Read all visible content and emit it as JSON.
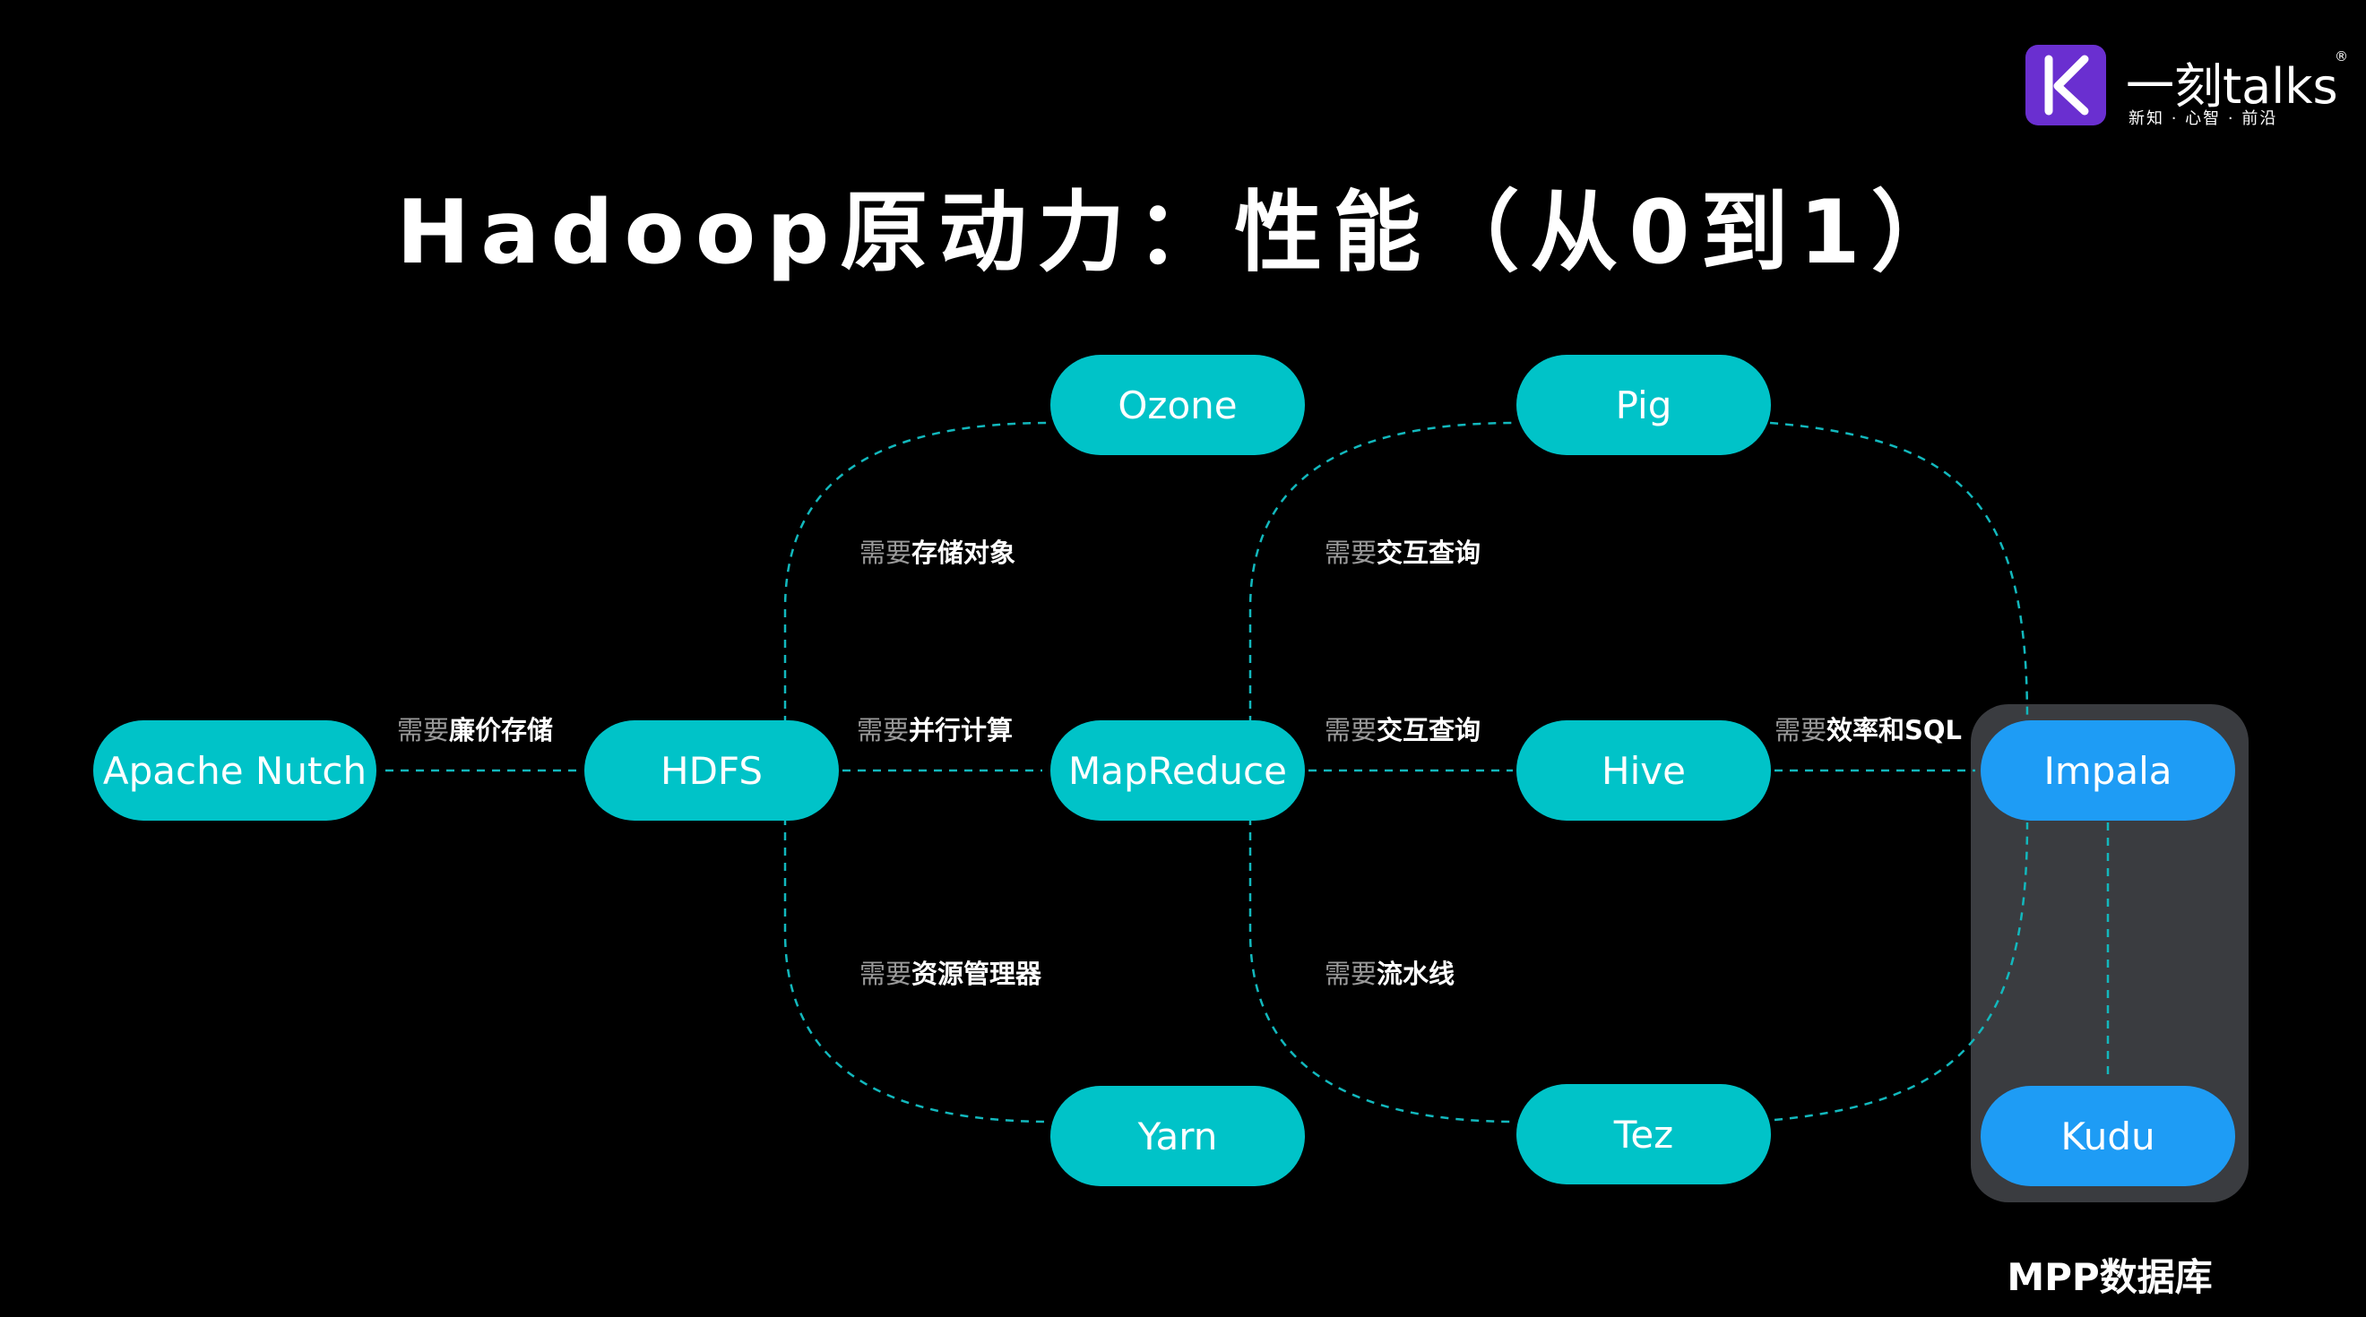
{
  "title": "Hadoop原动力：性能（从0到1）",
  "logo": {
    "mark": "K",
    "name": "一刻talks",
    "reg": "®",
    "slogan": "新知 · 心智 · 前沿"
  },
  "colors": {
    "background": "#000000",
    "node_teal": "#00c3c8",
    "node_blue": "#1e9cf5",
    "edge": "#12b8bd",
    "group_box": "#3a3c40",
    "logo_purple": "#6a2fd0"
  },
  "nodes": {
    "nutch": "Apache Nutch",
    "hdfs": "HDFS",
    "ozone": "Ozone",
    "mapreduce": "MapReduce",
    "yarn": "Yarn",
    "pig": "Pig",
    "hive": "Hive",
    "tez": "Tez",
    "impala": "Impala",
    "kudu": "Kudu"
  },
  "edges": [
    {
      "from": "nutch",
      "to": "hdfs",
      "prefix": "需要",
      "label": "廉价存储"
    },
    {
      "from": "hdfs",
      "to": "ozone",
      "prefix": "需要",
      "label": "存储对象"
    },
    {
      "from": "hdfs",
      "to": "mapreduce",
      "prefix": "需要",
      "label": "并行计算"
    },
    {
      "from": "hdfs",
      "to": "yarn",
      "prefix": "需要",
      "label": "资源管理器"
    },
    {
      "from": "mapreduce",
      "to": "pig",
      "prefix": "需要",
      "label": "交互查询"
    },
    {
      "from": "mapreduce",
      "to": "hive",
      "prefix": "需要",
      "label": "交互查询"
    },
    {
      "from": "mapreduce",
      "to": "tez",
      "prefix": "需要",
      "label": "流水线"
    },
    {
      "from": "hive",
      "to": "impala",
      "prefix": "需要",
      "label": "效率和SQL"
    },
    {
      "from": "pig",
      "to": "impala",
      "prefix": "",
      "label": ""
    },
    {
      "from": "tez",
      "to": "impala",
      "prefix": "",
      "label": ""
    },
    {
      "from": "impala",
      "to": "kudu",
      "prefix": "",
      "label": ""
    }
  ],
  "group": {
    "label": "MPP数据库",
    "members": [
      "impala",
      "kudu"
    ]
  }
}
